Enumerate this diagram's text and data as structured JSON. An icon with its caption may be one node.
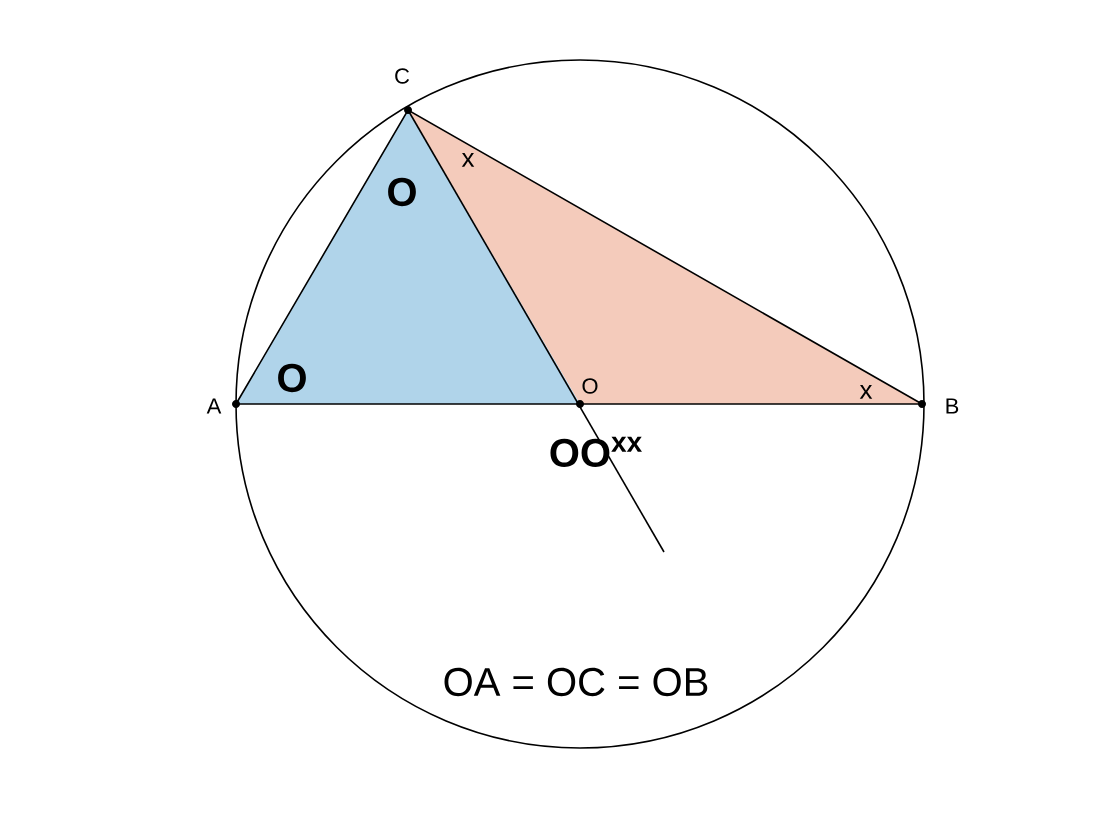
{
  "diagram": {
    "labels": [
      "C",
      "A",
      "O",
      "B",
      "x",
      "O",
      "O",
      "x",
      "OO$^{xx}$",
      "OA = OC = OB"
    ]
  }
}
